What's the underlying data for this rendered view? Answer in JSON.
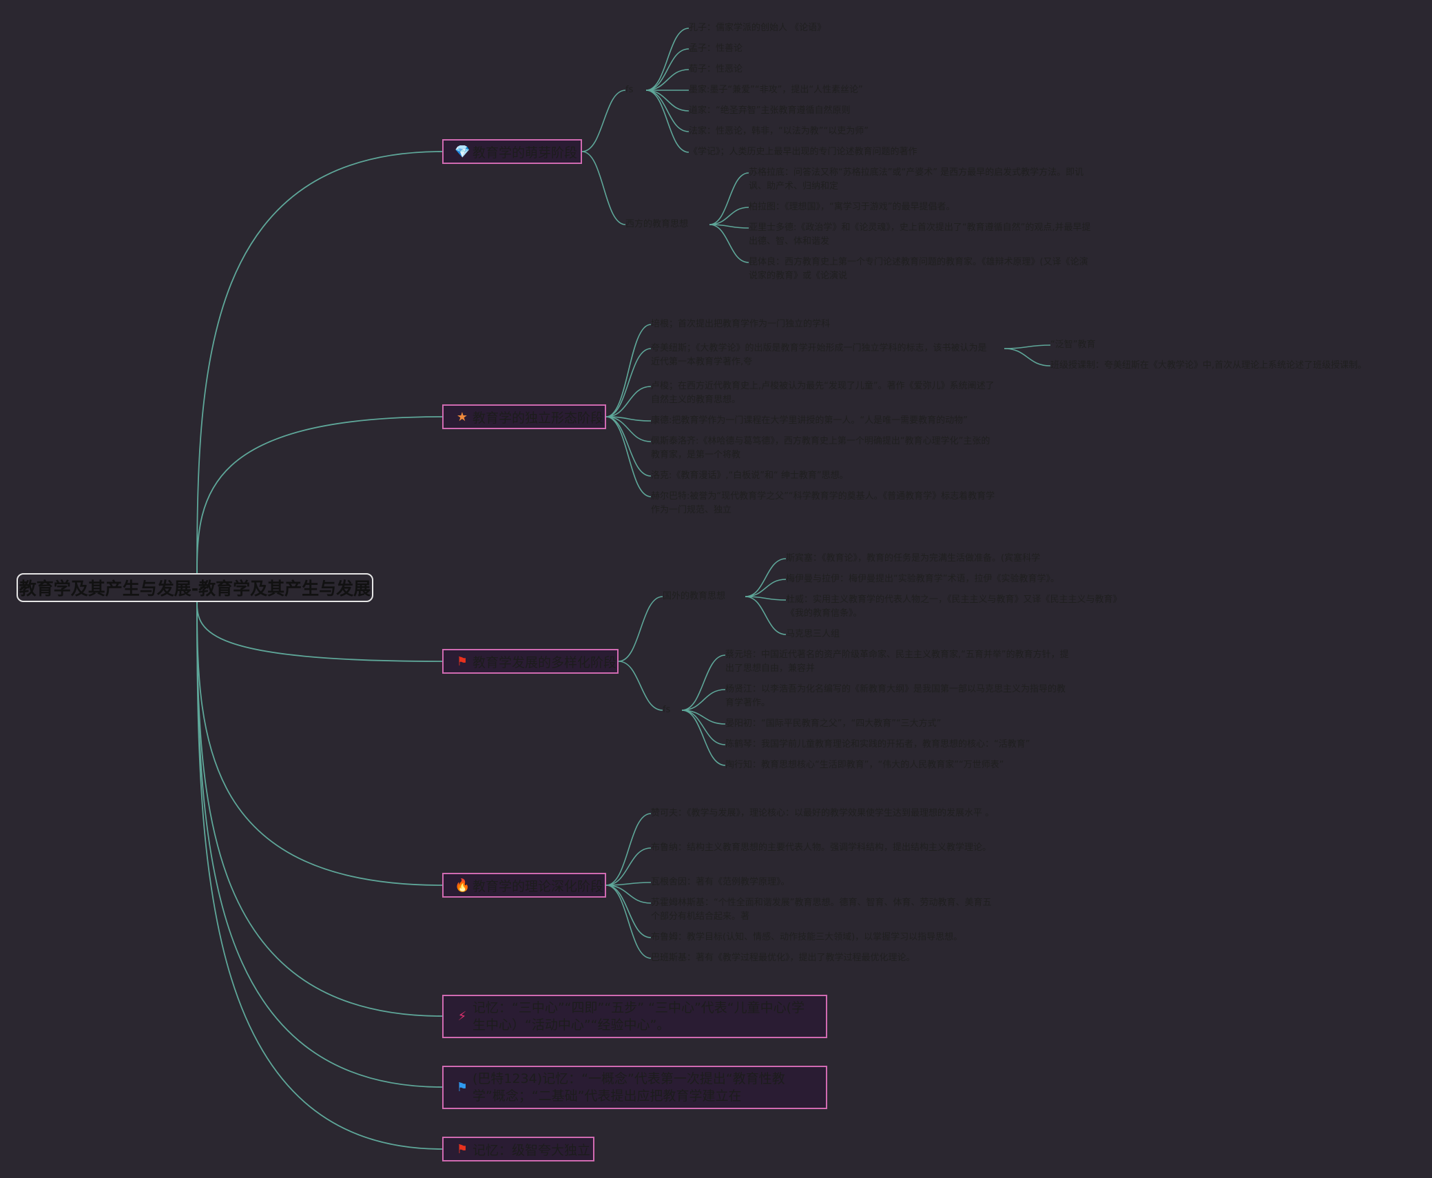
{
  "root": {
    "title": "教育学及其产生与发展-教育学及其产生与发展"
  },
  "colors": {
    "background": "#2b2730",
    "link": "#5fa89a",
    "branch_border": "#d16bb2",
    "branch_fill": "#2a1c33"
  },
  "branches": [
    {
      "title": "教育学的萌芽阶段",
      "icon": "diamond-icon",
      "icon_glyph": "💎",
      "subs": [
        {
          "title": "fs",
          "leaves": [
            "孔子：儒家学派的创始人 《论语》",
            "孟子：性善论",
            "荀子：性恶论",
            "墨家:墨子“兼爱”“非攻”，提出“人性素丝论”",
            "道家：“绝圣弃智”主张教育遵循自然原则",
            "法家：性恶论，韩非，“以法为教”“以吏为师”",
            "《学记》；人类历史上最早出现的专门论述教育问题的著作"
          ]
        },
        {
          "title": "西方的教育思想",
          "leaves": [
            "苏格拉底：问答法又称“苏格拉底法”或“产婆术” 是西方最早的启发式教学方法。即讥讽、助产术、归纳和定",
            "柏拉图：《理想国》，“寓学习于游戏”的最早提倡者。",
            "亚里士多德:《政治学》和《论灵魂》，史上首次提出了“教育遵循自然”的观点,并最早提出德、智、体和谐发",
            "昆体良：西方教育史上第一个专门论述教育问题的教育家。《雄辩术原理》(又译《论演说家的教育》或《论演说"
          ]
        }
      ]
    },
    {
      "title": "教育学的独立形态阶段",
      "icon": "star-icon",
      "icon_glyph": "★",
      "leaves": [
        "培根；首次提出把教育学作为一门独立的学科",
        "夸美纽斯；《大教学论》的出版是教育学开始形成一门独立学科的标志，该书被认为是近代第一本教育学著作,夸",
        "卢梭；在西方近代教育史上,卢梭被认为最先“发现了儿童”。著作《爱弥儿》系统阐述了自然主义的教育思想。",
        "康德:把教育学作为一门课程在大学里讲授的第一人。“人是唯一需要教育的动物”",
        "佩斯泰洛齐:《林哈德与葛笃德》，西方教育史上第一个明确提出“教育心理学化”主张的教育家，是第一个将教",
        "洛克:《教育漫话》,“白板说”和“ 绅士教育”思想。",
        "赫尔巴特:被誉为“现代教育学之父”“科学教育学的奠基人。《普通教育学》标志着教育学作为一门规范、独立"
      ],
      "comenius_subs": [
        "“泛智”教育",
        "班级授课制：夸美纽斯在《大教学论》中,首次从理论上系统论述了班级授课制。"
      ]
    },
    {
      "title": "教育学发展的多样化阶段",
      "icon": "red-flag-icon",
      "icon_glyph": "⚑",
      "subs": [
        {
          "title": "国外的教育思想",
          "leaves": [
            "斯宾塞：《教育论》，教育的任务是为完满生活做准备。(宾塞科学",
            "梅伊曼与拉伊：梅伊曼提出“实验教育学”术语，拉伊《实验教育学》。",
            "杜威：实用主义教育学的代表人物之一，《民主主义与教育》又译《民主主义与教育》《我的教育信条》。",
            "马克思三人组"
          ]
        },
        {
          "title": "fs",
          "leaves": [
            "蔡元培：中国近代著名的资产阶级革命家、民主主义教育家,“五育并举”的教育方针，提出了思想自由，兼容并",
            "杨贤江：以李浩吾为化名编写的《新教育大纲》是我国第一部以马克思主义为指导的教育学著作。",
            "晏阳初：“国际平民教育之父”，“四大教育”“三大方式”",
            "陈鹤琴：我国学前儿童教育理论和实践的开拓者，教育思想的核心：“活教育”",
            "陶行知：教育思想核心“生活即教育”，“伟大的人民教育家”“万世师表”"
          ]
        }
      ]
    },
    {
      "title": "教育学的理论深化阶段",
      "icon": "flame-icon",
      "icon_glyph": "🔥",
      "leaves": [
        "赞可夫：《教学与发展》，理论核心：以最好的教学效果使学生达到最理想的发展水平 。",
        "布鲁纳：结构主义教育思想的主要代表人物。强调学科结构，提出结构主义教学理论。",
        "瓦根舍因：著有《范例教学原理》。",
        "苏霍姆林斯基：“个性全面和谐发展”教育思想。德育、智育、体育、劳动教育、美育五个部分有机结合起来。著",
        "布鲁姆：教学目标(认知、情感、动作技能三大领域)，以掌握学习以指导思想。",
        "巴班斯基：著有《教学过程最优化》，提出了教学过程最优化理论。"
      ]
    },
    {
      "title": "记忆：“三中心”“四即”“五步” “三中心”代表“儿童中心(学生中心）“活动中心”“经验中心”。",
      "icon": "magic-wand-icon",
      "icon_glyph": "⚡"
    },
    {
      "title": "(巴特1234)记忆：“一概念”代表第一次提出“教育性教学”概念；“二基础”代表提出应把教育学建立在",
      "icon": "blue-flag-icon",
      "icon_glyph": "⚑"
    },
    {
      "title": "记忆：级智夸大独立",
      "icon": "red-flag-icon",
      "icon_glyph": "⚑"
    }
  ]
}
